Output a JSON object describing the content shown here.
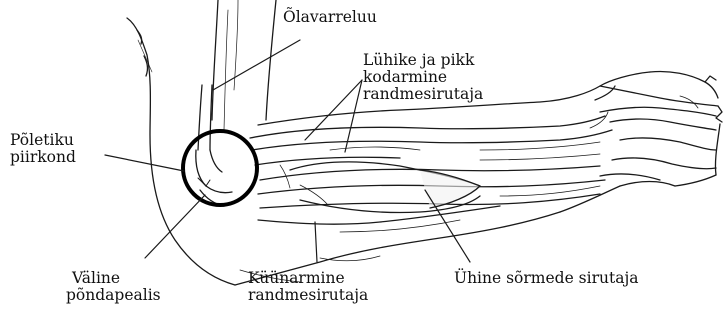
{
  "labels": {
    "humerus": "Õlavarreluu",
    "radial_extensors": [
      "Lühike ja pikk",
      "kodarmine",
      "randmesirutaja"
    ],
    "elbow_region": [
      "Põletiku",
      "piirkond"
    ],
    "lateral_epicondyle": [
      "Väline",
      "põndapealis"
    ],
    "ulnar_extensor": [
      "Küünarmine",
      "randmesirutaja"
    ],
    "common_finger_extensor": "Ühine sõrmede sirutaja"
  },
  "colors": {
    "line": "#1a1a1a",
    "muscle_fill": "#f2f2f2",
    "circle": "#000000"
  }
}
